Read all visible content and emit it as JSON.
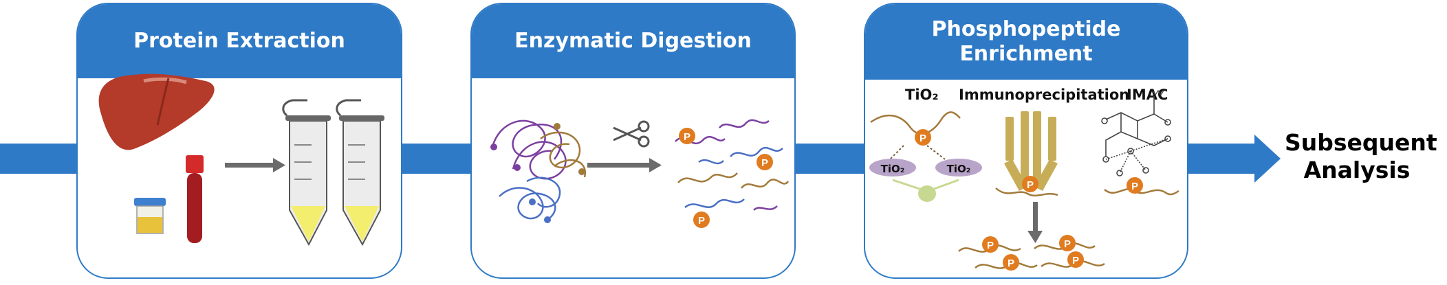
{
  "stages": [
    {
      "title": "Protein Extraction"
    },
    {
      "title": "Enzymatic Digestion"
    },
    {
      "title_line1": "Phosphopeptide",
      "title_line2": "Enrichment",
      "methods": [
        "TiO₂",
        "Immunoprecipitation",
        "IMAC"
      ],
      "tio2_bead_label": "TiO₂"
    }
  ],
  "final_step": {
    "line1": "Subsequent",
    "line2": "Analysis"
  },
  "phospho_marker": "P",
  "colors": {
    "accent": "#2e7ac6",
    "arrow_gray": "#6b6b6b",
    "phospho_orange": "#e07b1f",
    "peptide_brown": "#a27a3a",
    "antibody": "#c8ad58",
    "tio2_bead": "#b9a4c9"
  },
  "icons": [
    "liver-icon",
    "blood-tube-icon",
    "urine-cup-icon",
    "microcentrifuge-tube-icon",
    "scissors-icon",
    "antibody-icon",
    "imac-chelate-icon"
  ]
}
